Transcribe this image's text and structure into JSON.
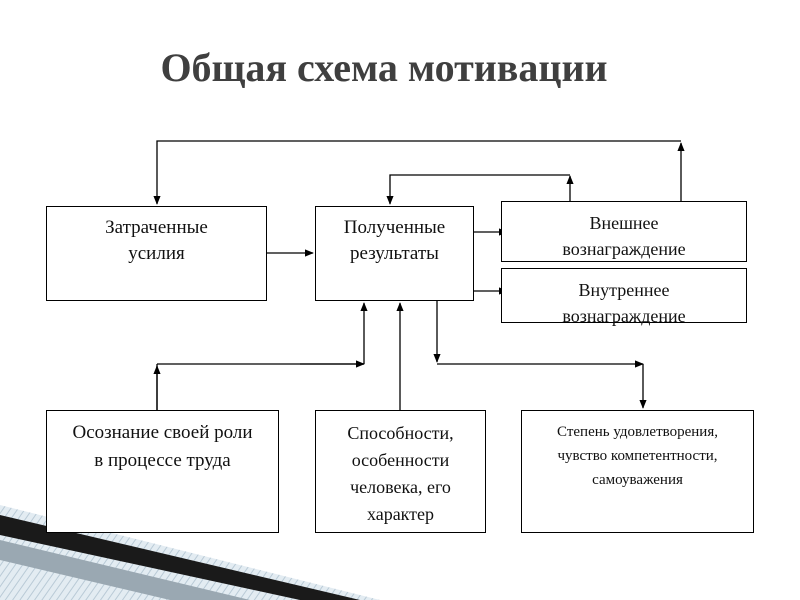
{
  "slide": {
    "title": "Общая схема мотивации"
  },
  "boxes": {
    "spent_effort": {
      "line1": "Затраченные",
      "line2": "усилия"
    },
    "results": {
      "line1": "Полученные",
      "line2": "результаты"
    },
    "external_reward": {
      "line1": "Внешнее",
      "line2": "вознаграждение"
    },
    "internal_reward": {
      "line1": "Внутреннее",
      "line2": "вознаграждение"
    },
    "role_awareness": {
      "line1": "Осознание своей роли",
      "line2": "в процессе труда"
    },
    "abilities": {
      "line1": "Способности,",
      "line2": "особенности",
      "line3": "человека, его",
      "line4": "характер"
    },
    "satisfaction": {
      "line1": "Степень удовлетворения,",
      "line2": "чувство компетентности,",
      "line3": "самоуважения"
    }
  },
  "colors": {
    "title": "#3f3f3f",
    "lines": "#000000",
    "decor_dark": "#1a1a1a",
    "decor_light": "#cfdde6"
  }
}
